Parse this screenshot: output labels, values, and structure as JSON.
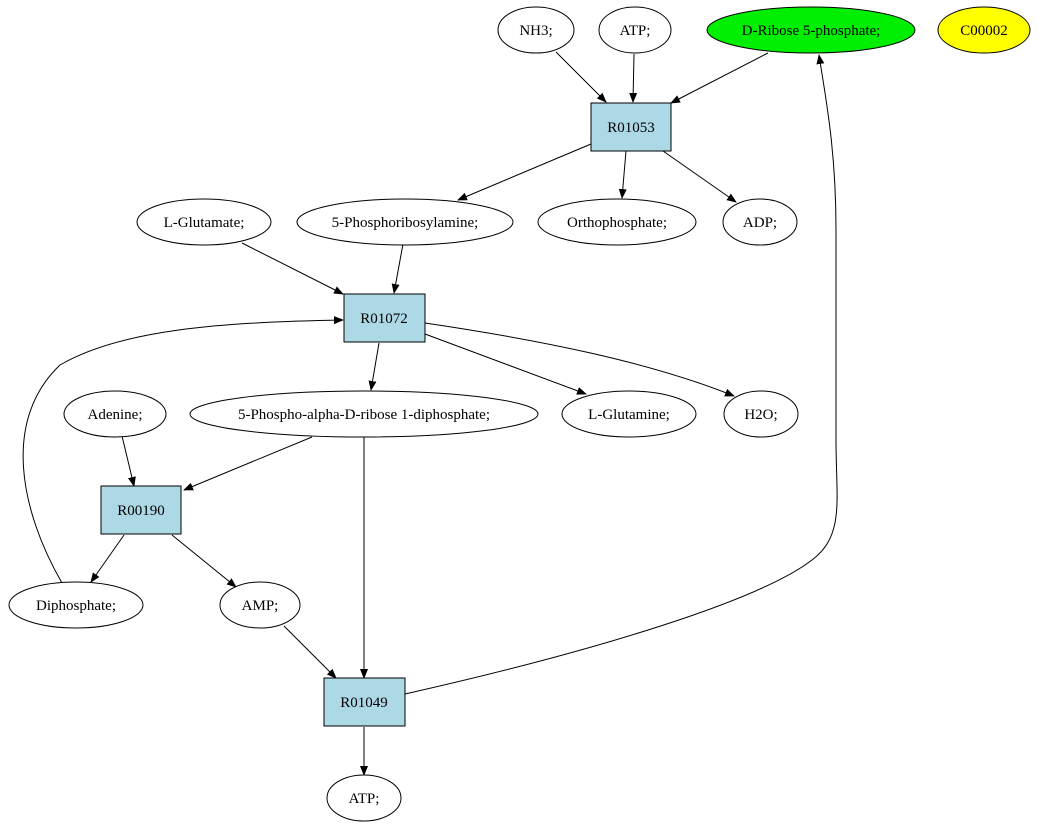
{
  "colors": {
    "compound": "#ffffff",
    "reaction": "#add8e6",
    "highlight_green": "#00ee00",
    "highlight_yellow": "#ffff00",
    "stroke": "#000000"
  },
  "nodes": {
    "nh3": "NH3;",
    "atp_top": "ATP;",
    "ribose5p": "D-Ribose 5-phosphate;",
    "c00002": "C00002",
    "r01053": "R01053",
    "glutamate": "L-Glutamate;",
    "phosphoribosylamine": "5-Phosphoribosylamine;",
    "orthophosphate": "Orthophosphate;",
    "adp": "ADP;",
    "r01072": "R01072",
    "adenine": "Adenine;",
    "prpp": "5-Phospho-alpha-D-ribose 1-diphosphate;",
    "glutamine": "L-Glutamine;",
    "h2o": "H2O;",
    "r00190": "R00190",
    "diphosphate": "Diphosphate;",
    "amp": "AMP;",
    "r01049": "R01049",
    "atp_bottom": "ATP;"
  }
}
